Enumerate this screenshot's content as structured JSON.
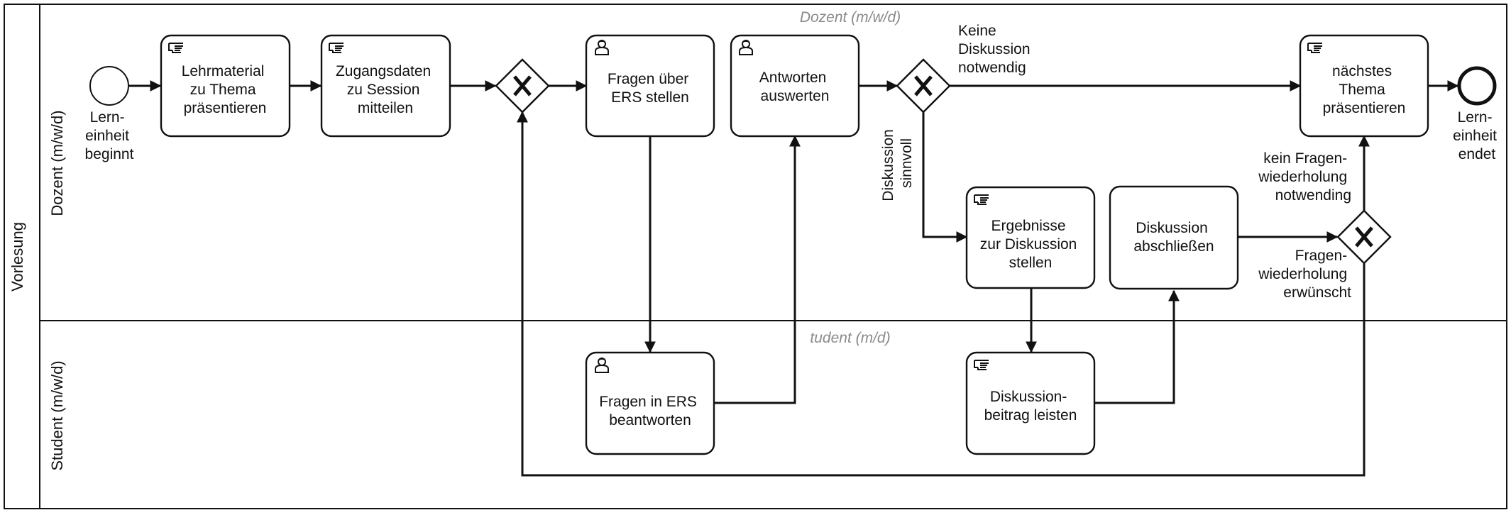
{
  "pool": {
    "title": "Vorlesung"
  },
  "lanes": {
    "dozent": {
      "title": "Dozent (m/w/d)",
      "watermark": "Dozent (m/w/d)"
    },
    "student": {
      "title": "Student (m/w/d)",
      "watermark": "tudent (m/d)"
    }
  },
  "events": {
    "start": {
      "label": [
        "Lern-",
        "einheit",
        "beginnt"
      ]
    },
    "end": {
      "label": [
        "Lern-",
        "einheit",
        "endet"
      ]
    }
  },
  "tasks": {
    "lehrmaterial": {
      "icon": "manual-task-icon",
      "label": [
        "Lehrmaterial",
        "zu Thema",
        "präsentieren"
      ]
    },
    "zugangsdaten": {
      "icon": "manual-task-icon",
      "label": [
        "Zugangsdaten",
        "zu Session",
        "mitteilen"
      ]
    },
    "fragen_stellen": {
      "icon": "user-task-icon",
      "label": [
        "Fragen über",
        "ERS stellen"
      ]
    },
    "antworten": {
      "icon": "user-task-icon",
      "label": [
        "Antworten",
        "auswerten"
      ]
    },
    "naechstes": {
      "icon": "manual-task-icon",
      "label": [
        "nächstes",
        "Thema",
        "präsentieren"
      ]
    },
    "ergebnisse": {
      "icon": "manual-task-icon",
      "label": [
        "Ergebnisse",
        "zur Diskussion",
        "stellen"
      ]
    },
    "abschliessen": {
      "icon": "none",
      "label": [
        "Diskussion",
        "abschließen"
      ]
    },
    "fragen_beantworten": {
      "icon": "user-task-icon",
      "label": [
        "Fragen in ERS",
        "beantworten"
      ]
    },
    "beitrag": {
      "icon": "manual-task-icon",
      "label": [
        "Diskussion-",
        "beitrag leisten"
      ]
    }
  },
  "flow_labels": {
    "keine_diskussion": [
      "Keine",
      "Diskussion",
      "notwendig"
    ],
    "diskussion_sinnvoll": [
      "Diskussion",
      "sinnvoll"
    ],
    "kein_fragen": [
      "kein Fragen-",
      "wiederholung",
      "notwending"
    ],
    "fragen_erwuenscht": [
      "Fragen-",
      "wiederholung",
      "erwünscht"
    ]
  }
}
